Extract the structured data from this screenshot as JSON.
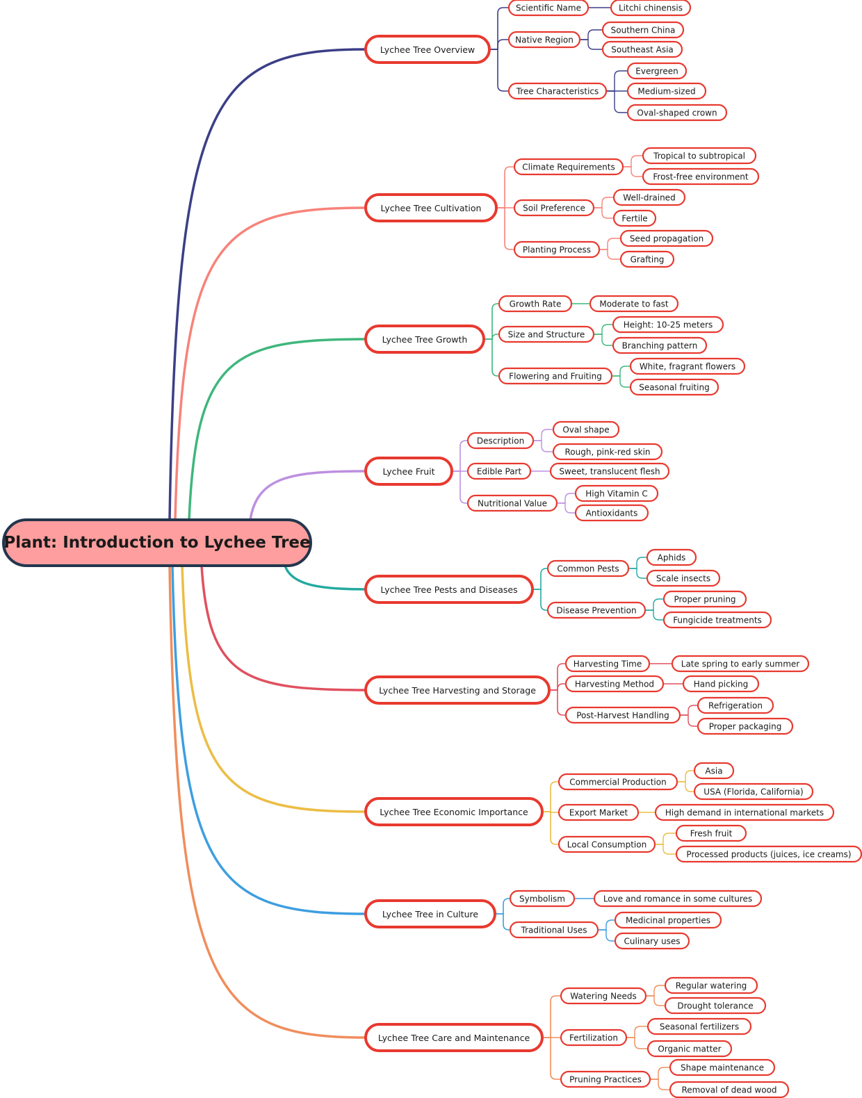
{
  "root": {
    "label": "Plant: Introduction to Lychee Tree",
    "fill": "#ff9e9e",
    "stroke": "#23364d"
  },
  "node_stroke": "#e8392f",
  "branches": [
    {
      "label": "Lychee Tree Overview",
      "color": "#3b3f86",
      "children": [
        {
          "label": "Scientific Name",
          "children": [
            "Litchi chinensis"
          ]
        },
        {
          "label": "Native Region",
          "children": [
            "Southern China",
            "Southeast Asia"
          ]
        },
        {
          "label": "Tree Characteristics",
          "children": [
            "Evergreen",
            "Medium-sized",
            "Oval-shaped crown"
          ]
        }
      ]
    },
    {
      "label": "Lychee Tree Cultivation",
      "color": "#f7837b",
      "children": [
        {
          "label": "Climate Requirements",
          "children": [
            "Tropical to subtropical",
            "Frost-free environment"
          ]
        },
        {
          "label": "Soil Preference",
          "children": [
            "Well-drained",
            "Fertile"
          ]
        },
        {
          "label": "Planting Process",
          "children": [
            "Seed propagation",
            "Grafting"
          ]
        }
      ]
    },
    {
      "label": "Lychee Tree Growth",
      "color": "#3fb67c",
      "children": [
        {
          "label": "Growth Rate",
          "children": [
            "Moderate to fast"
          ]
        },
        {
          "label": "Size and Structure",
          "children": [
            "Height: 10-25 meters",
            "Branching pattern"
          ]
        },
        {
          "label": "Flowering and Fruiting",
          "children": [
            "White, fragrant flowers",
            "Seasonal fruiting"
          ]
        }
      ]
    },
    {
      "label": "Lychee Fruit",
      "color": "#bd8fe0",
      "children": [
        {
          "label": "Description",
          "children": [
            "Oval shape",
            "Rough, pink-red skin"
          ]
        },
        {
          "label": "Edible Part",
          "children": [
            "Sweet, translucent flesh"
          ]
        },
        {
          "label": "Nutritional Value",
          "children": [
            "High Vitamin C",
            "Antioxidants"
          ]
        }
      ]
    },
    {
      "label": "Lychee Tree Pests and Diseases",
      "color": "#23aaa0",
      "children": [
        {
          "label": "Common Pests",
          "children": [
            "Aphids",
            "Scale insects"
          ]
        },
        {
          "label": "Disease Prevention",
          "children": [
            "Proper pruning",
            "Fungicide treatments"
          ]
        }
      ]
    },
    {
      "label": "Lychee Tree Harvesting and Storage",
      "color": "#e0505f",
      "children": [
        {
          "label": "Harvesting Time",
          "children": [
            "Late spring to early summer"
          ]
        },
        {
          "label": "Harvesting Method",
          "children": [
            "Hand picking"
          ]
        },
        {
          "label": "Post-Harvest Handling",
          "children": [
            "Refrigeration",
            "Proper packaging"
          ]
        }
      ]
    },
    {
      "label": "Lychee Tree Economic Importance",
      "color": "#ecbd45",
      "children": [
        {
          "label": "Commercial Production",
          "children": [
            "Asia",
            "USA (Florida, California)"
          ]
        },
        {
          "label": "Export Market",
          "children": [
            "High demand in international markets"
          ]
        },
        {
          "label": "Local Consumption",
          "children": [
            "Fresh fruit",
            "Processed products (juices, ice creams)"
          ]
        }
      ]
    },
    {
      "label": "Lychee Tree in Culture",
      "color": "#3d9ee0",
      "children": [
        {
          "label": "Symbolism",
          "children": [
            "Love and romance in some cultures"
          ]
        },
        {
          "label": "Traditional Uses",
          "children": [
            "Medicinal properties",
            "Culinary uses"
          ]
        }
      ]
    },
    {
      "label": "Lychee Tree Care and Maintenance",
      "color": "#f08d5c",
      "children": [
        {
          "label": "Watering Needs",
          "children": [
            "Regular watering",
            "Drought tolerance"
          ]
        },
        {
          "label": "Fertilization",
          "children": [
            "Seasonal fertilizers",
            "Organic matter"
          ]
        },
        {
          "label": "Pruning Practices",
          "children": [
            "Shape maintenance",
            "Removal of dead wood"
          ]
        }
      ]
    }
  ]
}
